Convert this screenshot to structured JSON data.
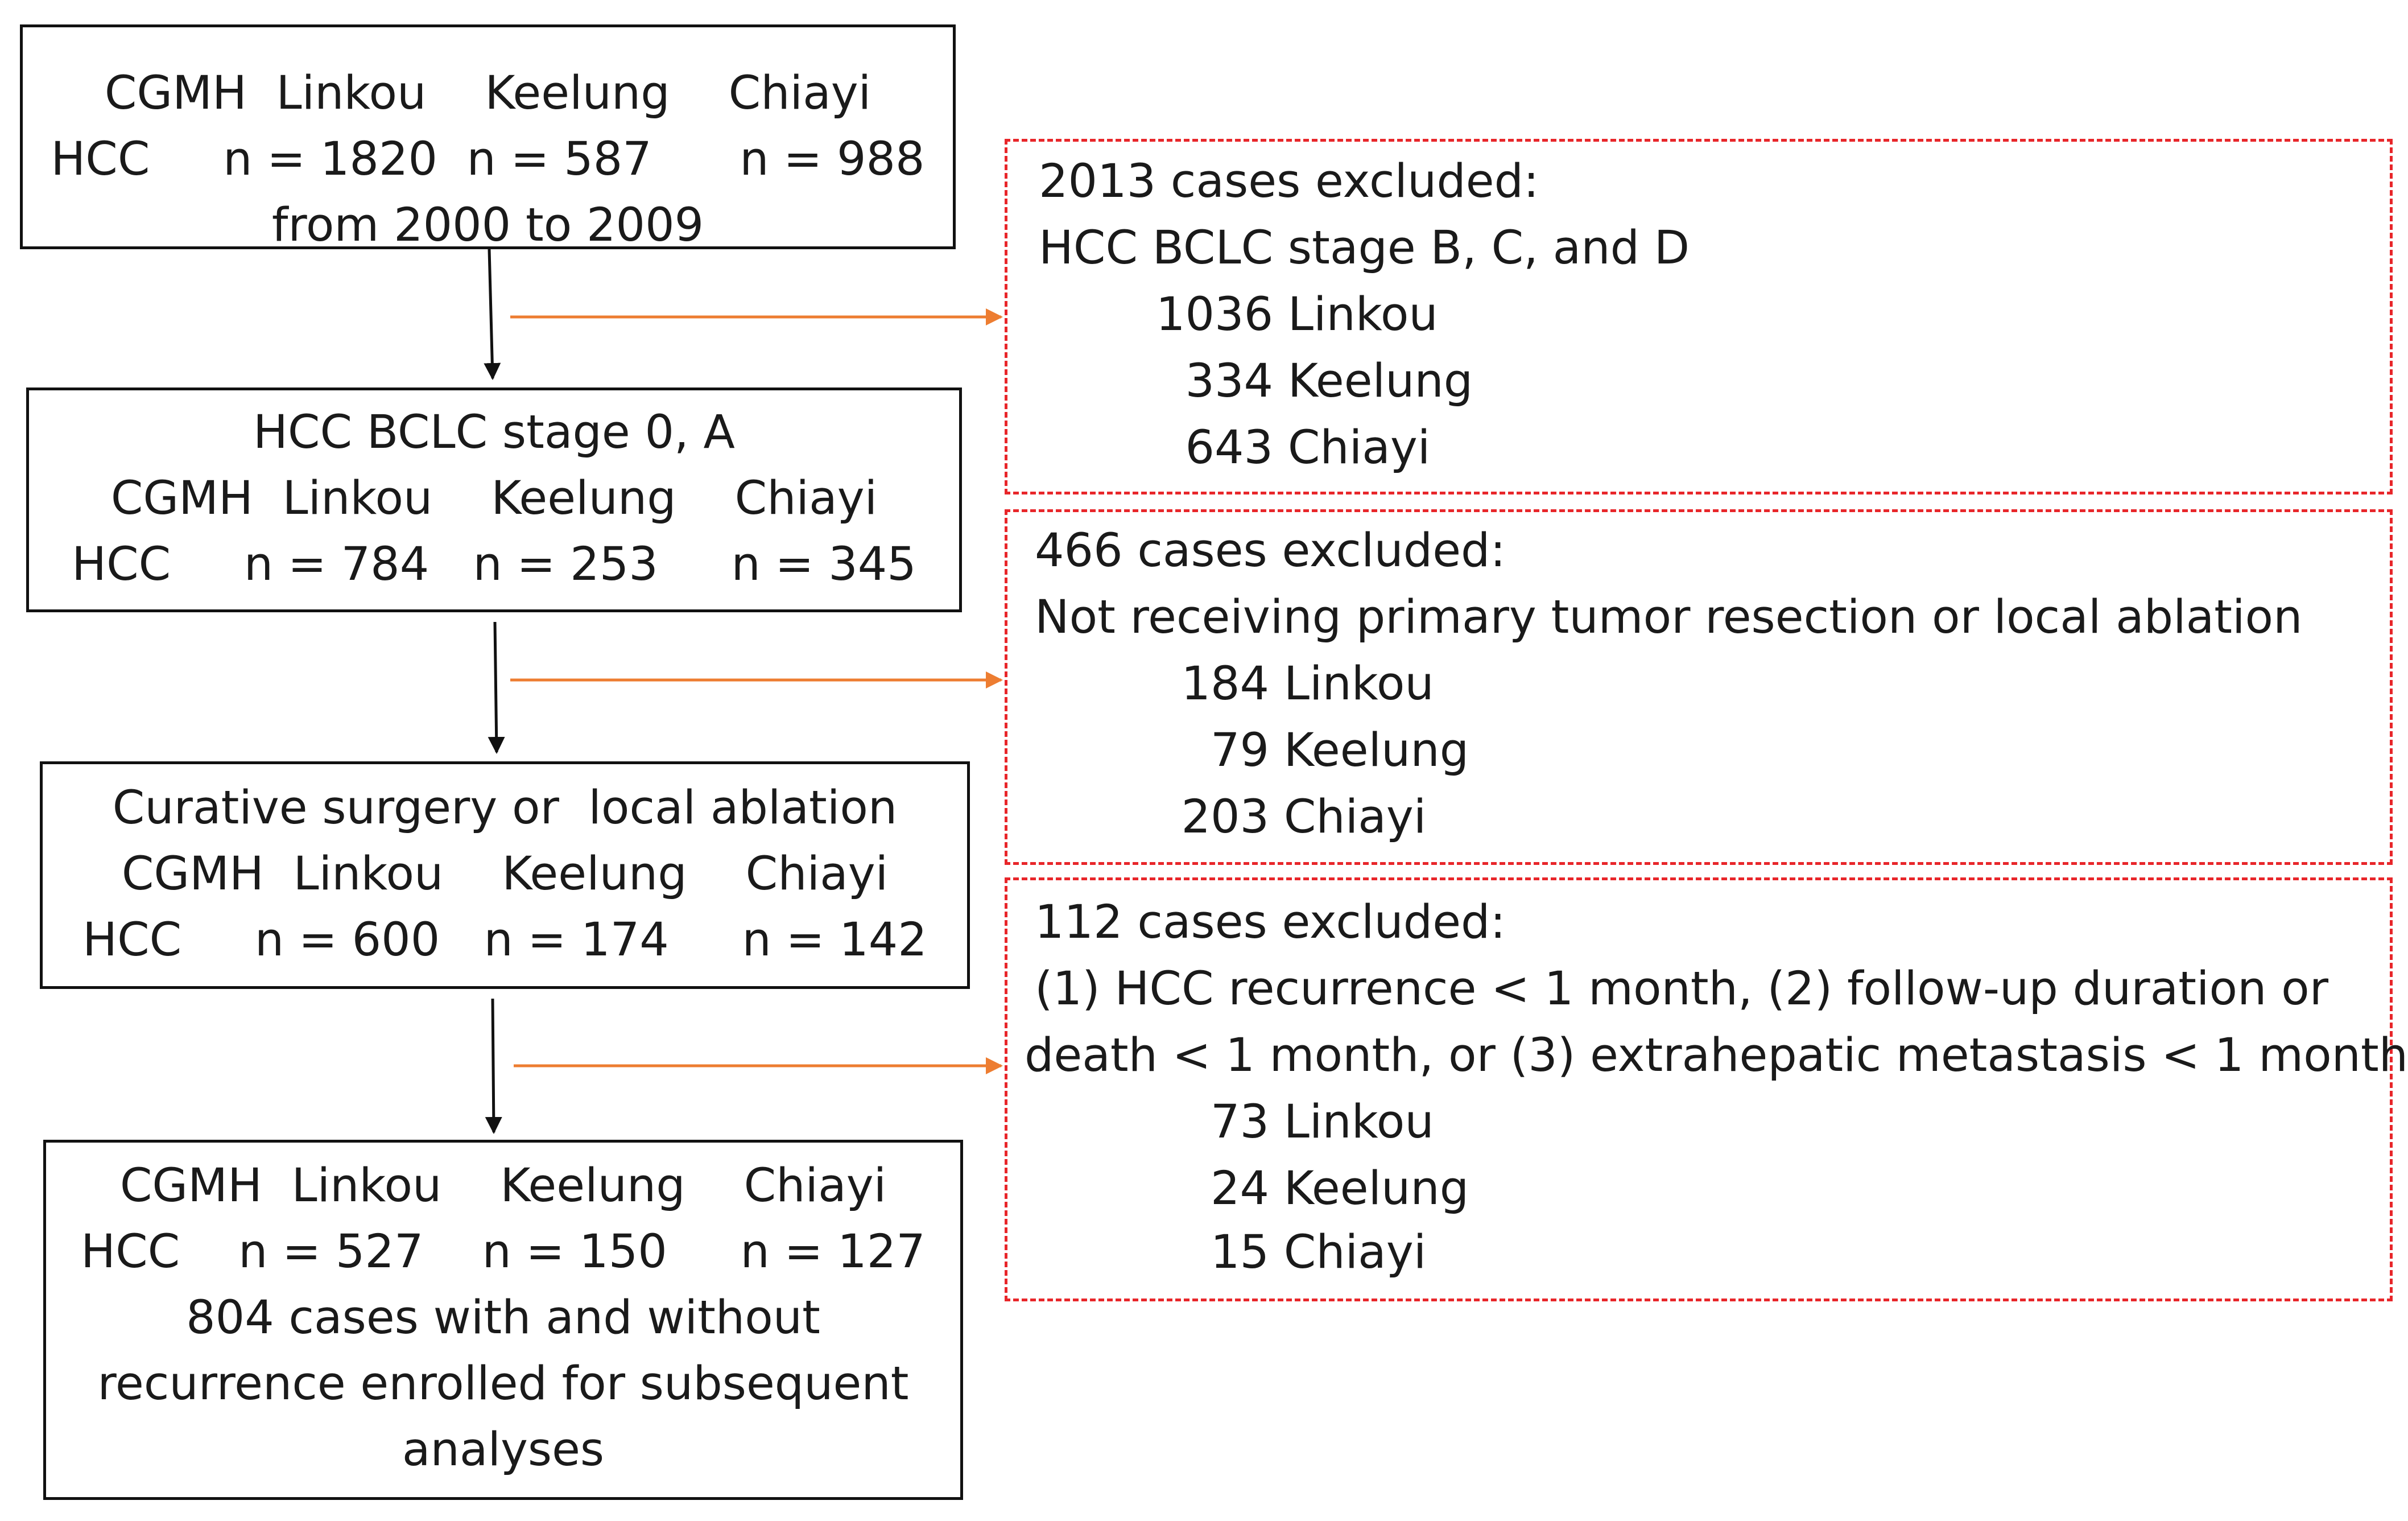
{
  "flow": {
    "steps": [
      {
        "lines": [
          "CGMH  Linkou    Keelung    Chiayi",
          "HCC     n = 1820  n = 587      n = 988",
          "from 2000 to 2009"
        ]
      },
      {
        "lines": [
          "HCC BCLC stage 0, A",
          "CGMH  Linkou    Keelung    Chiayi",
          "HCC     n = 784   n = 253     n = 345"
        ]
      },
      {
        "lines": [
          "Curative surgery or  local ablation",
          "CGMH  Linkou    Keelung    Chiayi",
          "HCC     n = 600   n = 174     n = 142"
        ]
      },
      {
        "lines": [
          "CGMH  Linkou    Keelung    Chiayi",
          "HCC    n = 527    n = 150     n = 127",
          "804 cases with and without",
          "recurrence enrolled for subsequent",
          "analyses"
        ]
      }
    ],
    "exclusions": [
      {
        "lines": [
          "2013 cases excluded:",
          "HCC BCLC stage B, C, and D",
          "        1036 Linkou",
          "          334 Keelung",
          "          643 Chiayi"
        ]
      },
      {
        "lines": [
          "466 cases excluded:",
          "Not receiving primary tumor resection or local ablation",
          "          184 Linkou",
          "            79 Keelung",
          "          203 Chiayi"
        ]
      },
      {
        "lines": [
          "112 cases excluded:",
          "(1) HCC recurrence < 1 month, (2) follow-up duration or",
          "death < 1 month, or (3) extrahepatic metastasis < 1 month",
          "            73 Linkou",
          "            24 Keelung",
          "            15 Chiayi"
        ]
      }
    ],
    "colors": {
      "box_border": "#111111",
      "exclusion_border": "#e8262a",
      "arrow_down": "#111111",
      "arrow_side": "#ed7d31"
    }
  }
}
